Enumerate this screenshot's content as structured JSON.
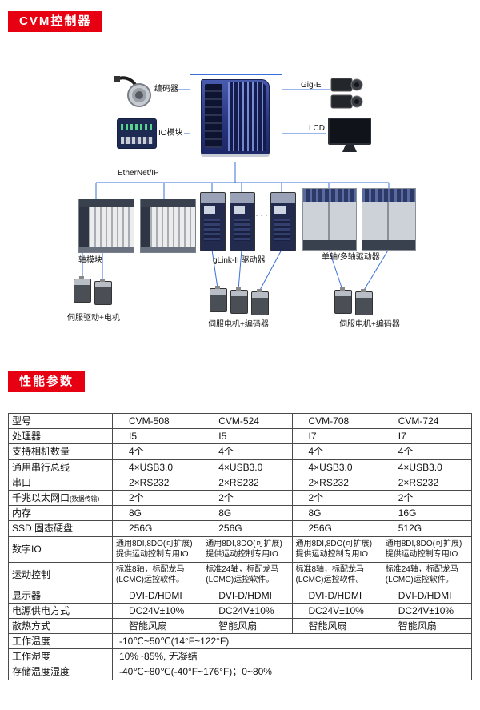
{
  "sections": {
    "controller_title": "CVM控制器",
    "params_title": "性能参数"
  },
  "colors": {
    "badge_red": "#e60012",
    "wire_blue": "#3a6fd8"
  },
  "diagram": {
    "encoder_label": "编码器",
    "io_module_label": "IO模块",
    "gige_label": "Gig-E",
    "lcd_label": "LCD",
    "ethernet_label": "EtherNet/IP",
    "axis_module_label": "轴模块",
    "glink_driver_label": "gLink-II 驱动器",
    "multi_axis_label": "单轴/多轴驱动器",
    "servo_drive_motor_label": "伺服驱动+电机",
    "servo_motor_encoder_label_mid": "伺服电机+编码器",
    "servo_motor_encoder_label_right": "伺服电机+编码器",
    "ellipsis": "·····"
  },
  "table": {
    "header": [
      "型号",
      "CVM-508",
      "CVM-524",
      "CVM-708",
      "CVM-724"
    ],
    "rows": [
      {
        "label": "处理器",
        "values": [
          "I5",
          "I5",
          "I7",
          "I7"
        ]
      },
      {
        "label": "支持相机数量",
        "values": [
          "4个",
          "4个",
          "4个",
          "4个"
        ]
      },
      {
        "label": "通用串行总线",
        "values": [
          "4×USB3.0",
          "4×USB3.0",
          "4×USB3.0",
          "4×USB3.0"
        ]
      },
      {
        "label": "串口",
        "values": [
          "2×RS232",
          "2×RS232",
          "2×RS232",
          "2×RS232"
        ]
      },
      {
        "label": "千兆以太网口",
        "label_note": "(数据传输)",
        "values": [
          "2个",
          "2个",
          "2个",
          "2个"
        ]
      },
      {
        "label": "内存",
        "values": [
          "8G",
          "8G",
          "8G",
          "16G"
        ]
      },
      {
        "label": "SSD 固态硬盘",
        "values": [
          "256G",
          "256G",
          "256G",
          "512G"
        ]
      },
      {
        "label": "数字IO",
        "values": [
          "通用8DI,8DO(可扩展) 提供运动控制专用IO",
          "通用8DI,8DO(可扩展) 提供运动控制专用IO",
          "通用8DI,8DO(可扩展) 提供运动控制专用IO",
          "通用8DI,8DO(可扩展) 提供运动控制专用IO"
        ]
      },
      {
        "label": "运动控制",
        "values": [
          "标准8轴，标配龙马(LCMC)运控软件。",
          "标准24轴，标配龙马(LCMC)运控软件。",
          "标准8轴，标配龙马(LCMC)运控软件。",
          "标准24轴，标配龙马(LCMC)运控软件。"
        ]
      },
      {
        "label": "显示器",
        "values": [
          "DVI-D/HDMI",
          "DVI-D/HDMI",
          "DVI-D/HDMI",
          "DVI-D/HDMI"
        ]
      },
      {
        "label": "电源供电方式",
        "values": [
          "DC24V±10%",
          "DC24V±10%",
          "DC24V±10%",
          "DC24V±10%"
        ]
      },
      {
        "label": "散热方式",
        "values": [
          "智能风扇",
          "智能风扇",
          "智能风扇",
          "智能风扇"
        ]
      }
    ],
    "merged_rows": [
      {
        "label": "工作温度",
        "value": "-10℃~50℃(14°F~122°F)"
      },
      {
        "label": "工作湿度",
        "value": "10%~85%, 无凝结"
      },
      {
        "label": "存储温度湿度",
        "value": "-40℃~80℃(-40°F~176°F)；0~80%"
      }
    ]
  }
}
